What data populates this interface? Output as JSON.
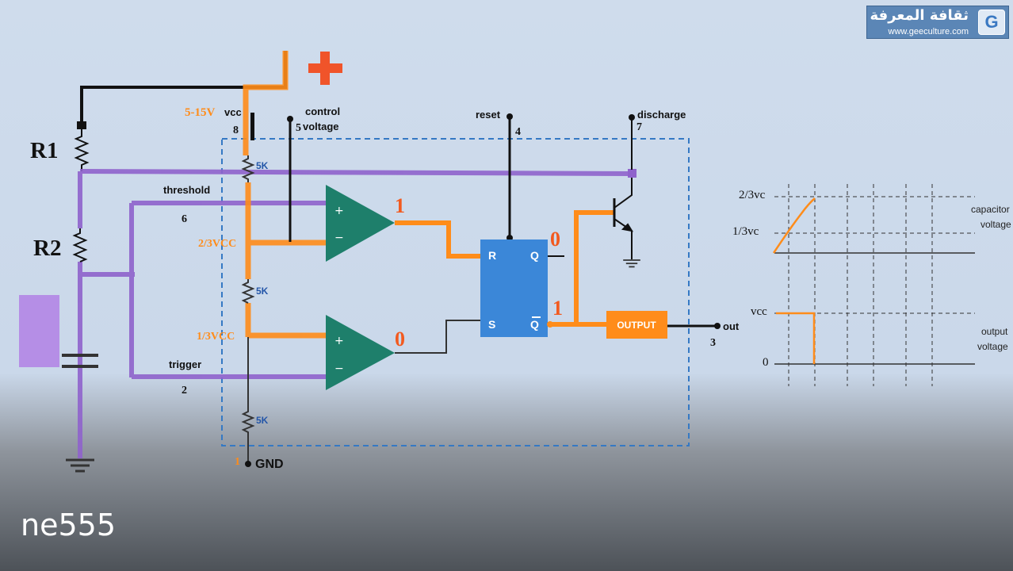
{
  "caption": "ne555",
  "logo": {
    "arabic": "ثقافة المعرفة",
    "url": "www.geeculture.com",
    "badge": "G"
  },
  "supply": {
    "plus_symbol": "+",
    "range": "5-15V",
    "vcc": "vcc",
    "pin": "8"
  },
  "resistors": {
    "r1": "R1",
    "r2": "R2",
    "internal": [
      "5K",
      "5K",
      "5K"
    ]
  },
  "pins": {
    "control": {
      "label_1": "control",
      "label_2": "voltage",
      "pin": "5"
    },
    "reset": {
      "label": "reset",
      "pin": "4"
    },
    "discharge": {
      "label": "discharge",
      "pin": "7"
    },
    "threshold": {
      "label": "threshold",
      "pin": "6"
    },
    "trigger": {
      "label": "trigger",
      "pin": "2"
    },
    "out": {
      "label": "out",
      "pin": "3"
    },
    "gnd": {
      "label": "GND",
      "pin": "1"
    }
  },
  "reference_levels": {
    "upper": "2/3VCC",
    "lower": "1/3VCC"
  },
  "comparator_inputs": {
    "plus": "+",
    "minus": "−"
  },
  "logic_values": {
    "comparator_top": "1",
    "comparator_bottom": "0",
    "q": "0",
    "q_bar": "1"
  },
  "flipflop": {
    "r": "R",
    "s": "S",
    "q": "Q",
    "qbar": "Q"
  },
  "output_block": "OUTPUT",
  "colors": {
    "orange": "#ff8c1a",
    "purple": "#8f63cc",
    "comparator": "#1e7f6b",
    "flipflop": "#3b87d8",
    "dashed_box": "#3579c4",
    "value_red": "#f25a1f",
    "plus_red": "#f0542a"
  },
  "timing": {
    "labels": [
      "2/3vc",
      "1/3vc",
      "vcc",
      "0"
    ],
    "capacitor_label_1": "capacitor",
    "capacitor_label_2": "voltage",
    "output_label_1": "output",
    "output_label_2": "voltage"
  }
}
